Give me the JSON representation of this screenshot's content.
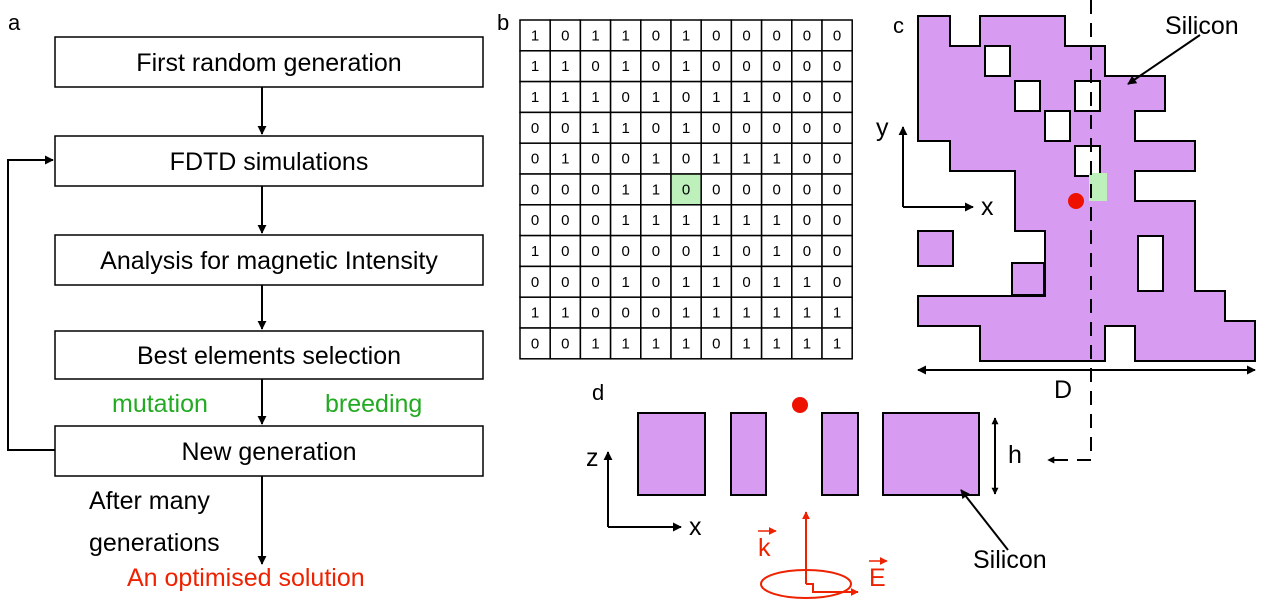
{
  "panels": {
    "a": "a",
    "b": "b",
    "c": "c",
    "d": "d"
  },
  "flowchart": {
    "steps": [
      "First random generation",
      "FDTD simulations",
      "Analysis for magnetic Intensity",
      "Best elements selection",
      "New generation"
    ],
    "mutation": "mutation",
    "breeding": "breeding",
    "after_line1": "After many",
    "after_line2": "generations",
    "result": "An optimised solution"
  },
  "grid": {
    "rows": [
      [
        1,
        0,
        1,
        1,
        0,
        1,
        0,
        0,
        0,
        0,
        0
      ],
      [
        1,
        1,
        0,
        1,
        0,
        1,
        0,
        0,
        0,
        0,
        0
      ],
      [
        1,
        1,
        1,
        0,
        1,
        0,
        1,
        1,
        0,
        0,
        0
      ],
      [
        0,
        0,
        1,
        1,
        0,
        1,
        0,
        0,
        0,
        0,
        0
      ],
      [
        0,
        1,
        0,
        0,
        1,
        0,
        1,
        1,
        1,
        0,
        0
      ],
      [
        0,
        0,
        0,
        1,
        1,
        0,
        0,
        0,
        0,
        0,
        0
      ],
      [
        0,
        0,
        0,
        1,
        1,
        1,
        1,
        1,
        1,
        0,
        0
      ],
      [
        1,
        0,
        0,
        0,
        0,
        0,
        1,
        0,
        1,
        0,
        0
      ],
      [
        0,
        0,
        0,
        1,
        0,
        1,
        1,
        0,
        1,
        1,
        0
      ],
      [
        1,
        1,
        0,
        0,
        0,
        1,
        1,
        1,
        1,
        1,
        1
      ],
      [
        0,
        0,
        1,
        1,
        1,
        1,
        0,
        1,
        1,
        1,
        1
      ]
    ],
    "highlight": {
      "row": 5,
      "col": 5
    }
  },
  "structure": {
    "silicon_label_c": "Silicon",
    "silicon_label_d": "Silicon",
    "axis_y": "y",
    "axis_x_c": "x",
    "axis_z": "z",
    "axis_x_d": "x",
    "D_label": "D",
    "h_label": "h",
    "k_label": "k",
    "E_label": "E"
  },
  "colors": {
    "silicon": "#d79bf2",
    "highlight": "#bdf0bb",
    "accent_green": "#22aa22",
    "accent_red": "#ee2200",
    "dot": "#ee1100"
  }
}
